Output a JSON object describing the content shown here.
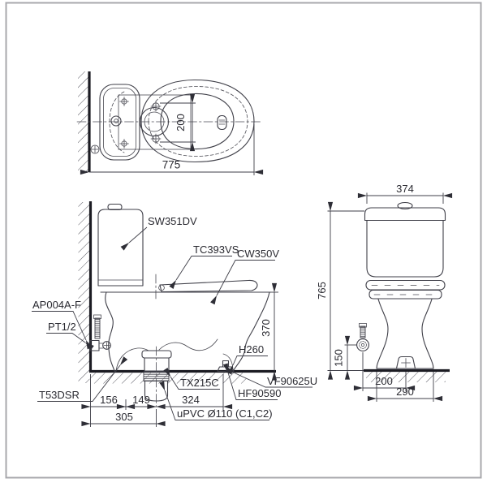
{
  "drawing": {
    "type": "toilet installation technical drawing",
    "line_color": "#3f3f48",
    "frame_color": "#a8a8ac",
    "top_view": {
      "dims": {
        "total_depth": "775",
        "seat_bolt_spacing": "200"
      }
    },
    "side_view": {
      "labels": {
        "cistern": "SW351DV",
        "seat_cover": "TC393VS",
        "bowl": "CW350V",
        "angle_valve": "AP004A-F",
        "supply_thread": "PT1/2",
        "drain_set": "T53DSR",
        "outlet_socket": "TX215C",
        "floor_flange": "HF90590",
        "fixing_kit": "VF90625U",
        "bolt_cap": "H260",
        "drain_pipe": "uPVC Ø110 (C1,C2)"
      },
      "dims": {
        "rim_height": "370",
        "wall_to_valve": "156",
        "valve_to_drain": "149",
        "drain_to_bolt": "324",
        "wall_to_drain": "305"
      }
    },
    "front_view": {
      "dims": {
        "tank_width": "374",
        "overall_height": "765",
        "supply_height": "150",
        "supply_to_center": "200",
        "base_width": "290"
      }
    }
  }
}
